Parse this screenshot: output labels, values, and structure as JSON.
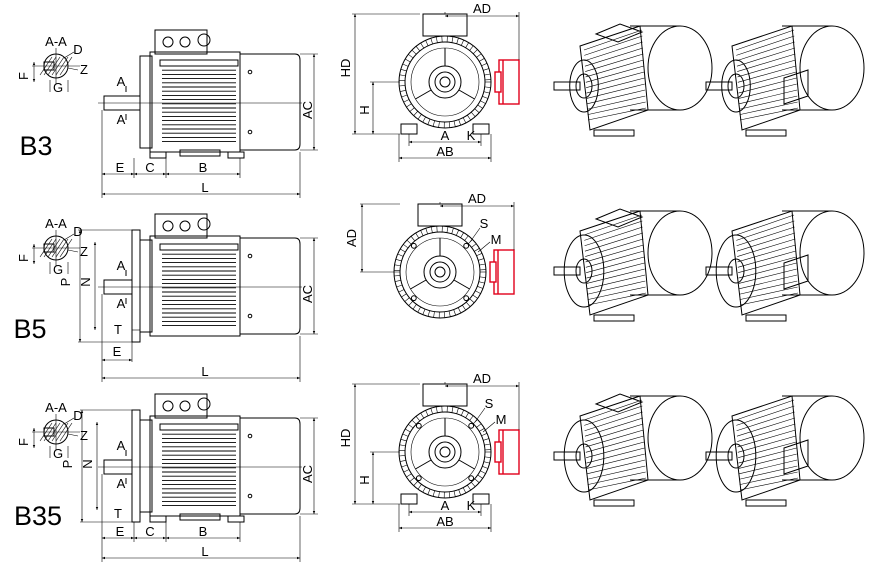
{
  "rows": [
    {
      "key": "b3",
      "mount_label": "B3",
      "section": {
        "title": "A-A",
        "labels": [
          "D",
          "Z",
          "F",
          "G"
        ]
      },
      "side_labels": {
        "a": "A",
        "e": "E",
        "c": "C",
        "b": "B",
        "l": "L",
        "ac": "AC"
      },
      "front_labels": {
        "ad": "AD",
        "hd": "HD",
        "h": "H",
        "a": "A",
        "k": "K",
        "ab": "AB"
      }
    },
    {
      "key": "b5",
      "mount_label": "B5",
      "section": {
        "title": "A-A",
        "labels": [
          "D",
          "Z",
          "F",
          "G"
        ]
      },
      "side_labels": {
        "a": "A",
        "p": "P",
        "n": "N",
        "t": "T",
        "e": "E",
        "l": "L",
        "ac": "AC"
      },
      "front_labels": {
        "ad": "AD",
        "s": "S",
        "m": "M"
      }
    },
    {
      "key": "b35",
      "mount_label": "B35",
      "section": {
        "title": "A-A",
        "labels": [
          "D",
          "Z",
          "F",
          "G"
        ]
      },
      "side_labels": {
        "a": "A",
        "p": "P",
        "n": "N",
        "t": "T",
        "e": "E",
        "c": "C",
        "b": "B",
        "l": "L",
        "ac": "AC"
      },
      "front_labels": {
        "ad": "AD",
        "hd": "HD",
        "h": "H",
        "s": "S",
        "m": "M",
        "a": "A",
        "k": "K",
        "ab": "AB"
      }
    }
  ],
  "colors": {
    "line": "#000000",
    "terminal_box_highlight": "#e0001b",
    "background": "#ffffff"
  },
  "icons": [
    "shaft-section-icon",
    "motor-side-view-icon",
    "motor-front-view-icon",
    "motor-isometric-icon"
  ]
}
